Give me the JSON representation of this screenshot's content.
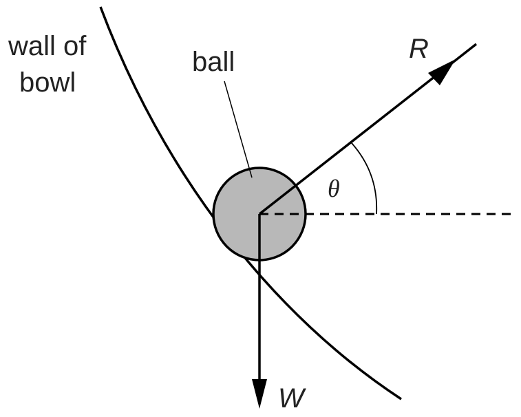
{
  "labels": {
    "wall_line1": "wall of",
    "wall_line2": "bowl",
    "ball": "ball",
    "reaction": "R",
    "weight": "W",
    "angle": "θ"
  },
  "colors": {
    "stroke": "#000000",
    "ball_fill": "#b8b8b8",
    "text": "#222222"
  }
}
